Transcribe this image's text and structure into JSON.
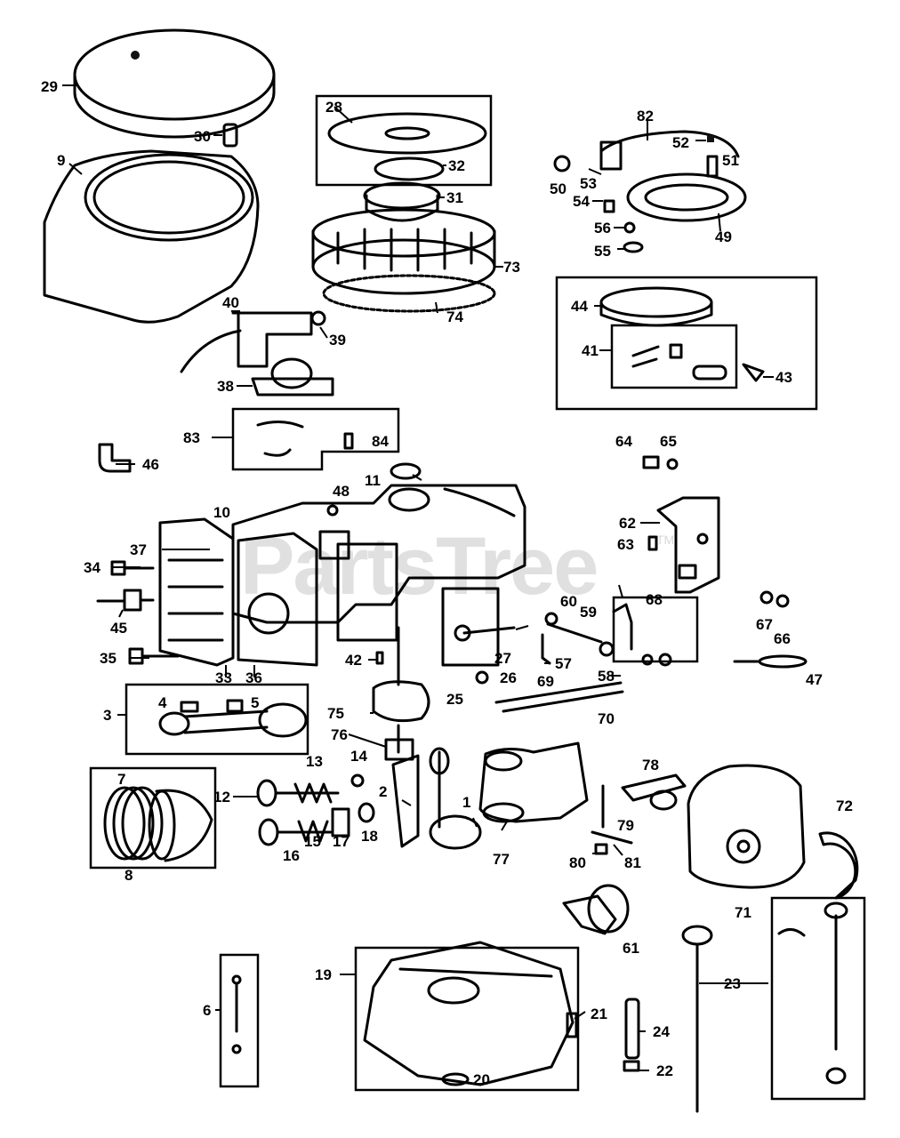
{
  "diagram": {
    "watermark": "PartsTree",
    "watermark_mark": "TM"
  },
  "callouts": [
    {
      "id": "29",
      "label": "29"
    },
    {
      "id": "30",
      "label": "30"
    },
    {
      "id": "9",
      "label": "9"
    },
    {
      "id": "28",
      "label": "28"
    },
    {
      "id": "32",
      "label": "32"
    },
    {
      "id": "31",
      "label": "31"
    },
    {
      "id": "73",
      "label": "73"
    },
    {
      "id": "74",
      "label": "74"
    },
    {
      "id": "82",
      "label": "82"
    },
    {
      "id": "52",
      "label": "52"
    },
    {
      "id": "51",
      "label": "51"
    },
    {
      "id": "50",
      "label": "50"
    },
    {
      "id": "53",
      "label": "53"
    },
    {
      "id": "54",
      "label": "54"
    },
    {
      "id": "56",
      "label": "56"
    },
    {
      "id": "55",
      "label": "55"
    },
    {
      "id": "49",
      "label": "49"
    },
    {
      "id": "44",
      "label": "44"
    },
    {
      "id": "41",
      "label": "41"
    },
    {
      "id": "43",
      "label": "43"
    },
    {
      "id": "40",
      "label": "40"
    },
    {
      "id": "39",
      "label": "39"
    },
    {
      "id": "38",
      "label": "38"
    },
    {
      "id": "83",
      "label": "83"
    },
    {
      "id": "84",
      "label": "84"
    },
    {
      "id": "46",
      "label": "46"
    },
    {
      "id": "64",
      "label": "64"
    },
    {
      "id": "65",
      "label": "65"
    },
    {
      "id": "11",
      "label": "11"
    },
    {
      "id": "48",
      "label": "48"
    },
    {
      "id": "10",
      "label": "10"
    },
    {
      "id": "37",
      "label": "37"
    },
    {
      "id": "62",
      "label": "62"
    },
    {
      "id": "63",
      "label": "63"
    },
    {
      "id": "34",
      "label": "34"
    },
    {
      "id": "60",
      "label": "60"
    },
    {
      "id": "59",
      "label": "59"
    },
    {
      "id": "68",
      "label": "68"
    },
    {
      "id": "67",
      "label": "67"
    },
    {
      "id": "66",
      "label": "66"
    },
    {
      "id": "45",
      "label": "45"
    },
    {
      "id": "35",
      "label": "35"
    },
    {
      "id": "42",
      "label": "42"
    },
    {
      "id": "27",
      "label": "27"
    },
    {
      "id": "57",
      "label": "57"
    },
    {
      "id": "58",
      "label": "58"
    },
    {
      "id": "47",
      "label": "47"
    },
    {
      "id": "33",
      "label": "33"
    },
    {
      "id": "36",
      "label": "36"
    },
    {
      "id": "26",
      "label": "26"
    },
    {
      "id": "25",
      "label": "25"
    },
    {
      "id": "69",
      "label": "69"
    },
    {
      "id": "3",
      "label": "3"
    },
    {
      "id": "4",
      "label": "4"
    },
    {
      "id": "5",
      "label": "5"
    },
    {
      "id": "75",
      "label": "75"
    },
    {
      "id": "70",
      "label": "70"
    },
    {
      "id": "76",
      "label": "76"
    },
    {
      "id": "13",
      "label": "13"
    },
    {
      "id": "14",
      "label": "14"
    },
    {
      "id": "78",
      "label": "78"
    },
    {
      "id": "7",
      "label": "7"
    },
    {
      "id": "2",
      "label": "2"
    },
    {
      "id": "12",
      "label": "12"
    },
    {
      "id": "1",
      "label": "1"
    },
    {
      "id": "72",
      "label": "72"
    },
    {
      "id": "15",
      "label": "15"
    },
    {
      "id": "17",
      "label": "17"
    },
    {
      "id": "18",
      "label": "18"
    },
    {
      "id": "16",
      "label": "16"
    },
    {
      "id": "79",
      "label": "79"
    },
    {
      "id": "80",
      "label": "80"
    },
    {
      "id": "81",
      "label": "81"
    },
    {
      "id": "77",
      "label": "77"
    },
    {
      "id": "8",
      "label": "8"
    },
    {
      "id": "71",
      "label": "71"
    },
    {
      "id": "61",
      "label": "61"
    },
    {
      "id": "19",
      "label": "19"
    },
    {
      "id": "23",
      "label": "23"
    },
    {
      "id": "6",
      "label": "6"
    },
    {
      "id": "21",
      "label": "21"
    },
    {
      "id": "24",
      "label": "24"
    },
    {
      "id": "22",
      "label": "22"
    },
    {
      "id": "20",
      "label": "20"
    }
  ]
}
